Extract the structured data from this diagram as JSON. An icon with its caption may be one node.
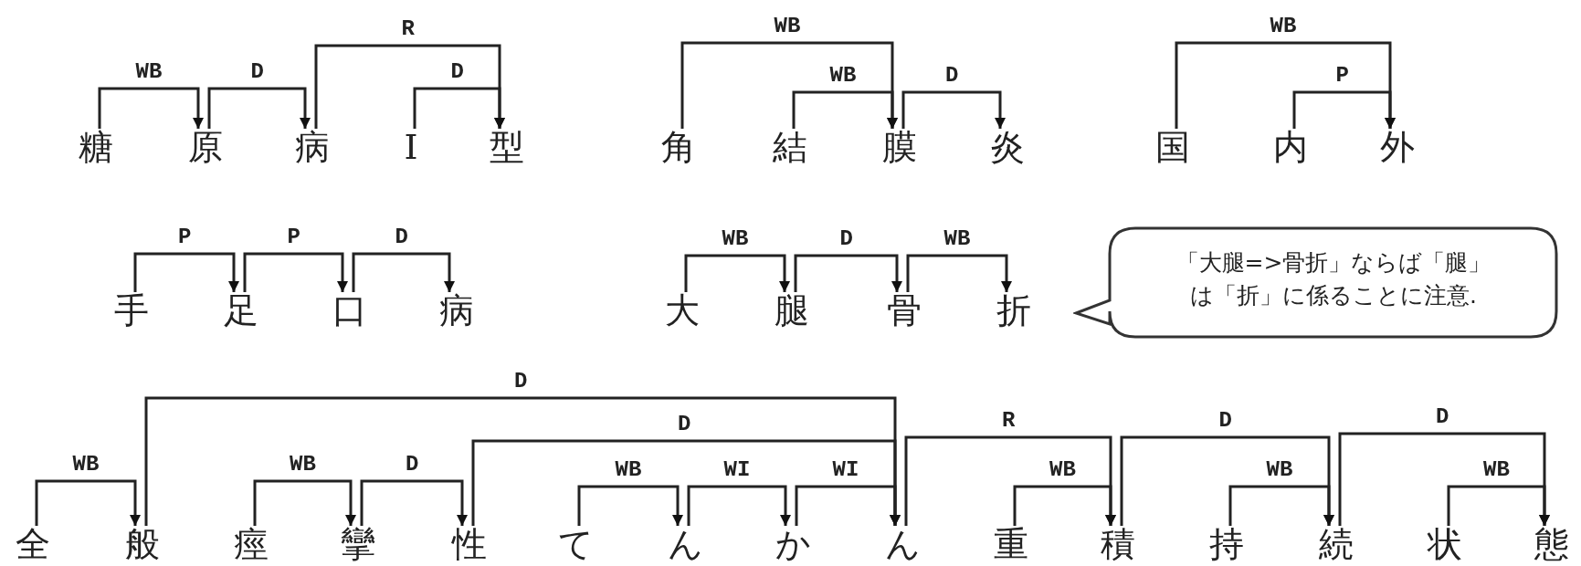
{
  "diagram": {
    "nodes": [
      {
        "text": [
          "糖"
        ]
      },
      {
        "text": [
          "原"
        ]
      },
      {
        "text": [
          "病"
        ]
      },
      {
        "text": [
          "I"
        ]
      },
      {
        "text": [
          "型"
        ]
      },
      {
        "text": [
          "角"
        ]
      },
      {
        "text": [
          "結"
        ]
      },
      {
        "text": [
          "膜"
        ]
      },
      {
        "text": [
          "炎"
        ]
      },
      {
        "text": [
          "国"
        ]
      },
      {
        "text": [
          "内"
        ]
      },
      {
        "text": [
          "外"
        ]
      },
      {
        "text": [
          "手"
        ]
      },
      {
        "text": [
          "足"
        ]
      },
      {
        "text": [
          "口"
        ]
      },
      {
        "text": [
          "病"
        ]
      },
      {
        "text": [
          "大"
        ]
      },
      {
        "text": [
          "腿"
        ]
      },
      {
        "text": [
          "骨"
        ]
      },
      {
        "text": [
          "折"
        ]
      },
      {
        "text": [
          "「大腿=>骨折」ならば「腿」は「折」に係ることに注意."
        ]
      },
      {
        "text": [
          "全"
        ]
      },
      {
        "text": [
          "般"
        ]
      },
      {
        "text": [
          "痙"
        ]
      },
      {
        "text": [
          "攣"
        ]
      },
      {
        "text": [
          "性"
        ]
      },
      {
        "text": [
          "て"
        ]
      },
      {
        "text": [
          "ん"
        ]
      },
      {
        "text": [
          "か"
        ]
      },
      {
        "text": [
          "ん"
        ]
      },
      {
        "text": [
          "重"
        ]
      },
      {
        "text": [
          "積"
        ]
      },
      {
        "text": [
          "持"
        ]
      },
      {
        "text": [
          "続"
        ]
      },
      {
        "text": [
          "状"
        ]
      },
      {
        "text": [
          "態"
        ]
      }
    ],
    "edges": [
      {
        "from": 0,
        "to": 1,
        "arrow": "to",
        "label": "WB"
      },
      {
        "from": 1,
        "to": 2,
        "arrow": "to",
        "label": "D"
      },
      {
        "from": 2,
        "to": 4,
        "arrow": "to",
        "label": "R"
      },
      {
        "from": 3,
        "to": 4,
        "arrow": "to",
        "label": "D"
      },
      {
        "from": 5,
        "to": 7,
        "arrow": "to",
        "label": "WB"
      },
      {
        "from": 6,
        "to": 7,
        "arrow": "to",
        "label": "WB"
      },
      {
        "from": 7,
        "to": 8,
        "arrow": "to",
        "label": "D"
      },
      {
        "from": 9,
        "to": 11,
        "arrow": "to",
        "label": "WB"
      },
      {
        "from": 10,
        "to": 11,
        "arrow": "to",
        "label": "P"
      },
      {
        "from": 12,
        "to": 13,
        "arrow": "to",
        "label": "P"
      },
      {
        "from": 13,
        "to": 14,
        "arrow": "to",
        "label": "P"
      },
      {
        "from": 14,
        "to": 15,
        "arrow": "to",
        "label": "D"
      },
      {
        "from": 16,
        "to": 17,
        "arrow": "to",
        "label": "WB"
      },
      {
        "from": 17,
        "to": 18,
        "arrow": "to",
        "label": "D"
      },
      {
        "from": 18,
        "to": 19,
        "arrow": "to",
        "label": "WB"
      },
      {
        "from": 21,
        "to": 22,
        "arrow": "to",
        "label": "WB"
      },
      {
        "from": 22,
        "to": 29,
        "arrow": "to",
        "label": "D"
      },
      {
        "from": 23,
        "to": 24,
        "arrow": "to",
        "label": "WB"
      },
      {
        "from": 24,
        "to": 25,
        "arrow": "to",
        "label": "D"
      },
      {
        "from": 25,
        "to": 29,
        "arrow": "to",
        "label": "D"
      },
      {
        "from": 26,
        "to": 27,
        "arrow": "to",
        "label": "WB"
      },
      {
        "from": 27,
        "to": 28,
        "arrow": "to",
        "label": "WI"
      },
      {
        "from": 28,
        "to": 29,
        "arrow": "to",
        "label": "WI"
      },
      {
        "from": 29,
        "to": 31,
        "arrow": "to",
        "label": "R"
      },
      {
        "from": 30,
        "to": 31,
        "arrow": "to",
        "label": "WB"
      },
      {
        "from": 31,
        "to": 33,
        "arrow": "to",
        "label": "D"
      },
      {
        "from": 32,
        "to": 33,
        "arrow": "to",
        "label": "WB"
      },
      {
        "from": 33,
        "to": 35,
        "arrow": "to",
        "label": "D"
      },
      {
        "from": 34,
        "to": 35,
        "arrow": "to",
        "label": "WB"
      }
    ]
  }
}
